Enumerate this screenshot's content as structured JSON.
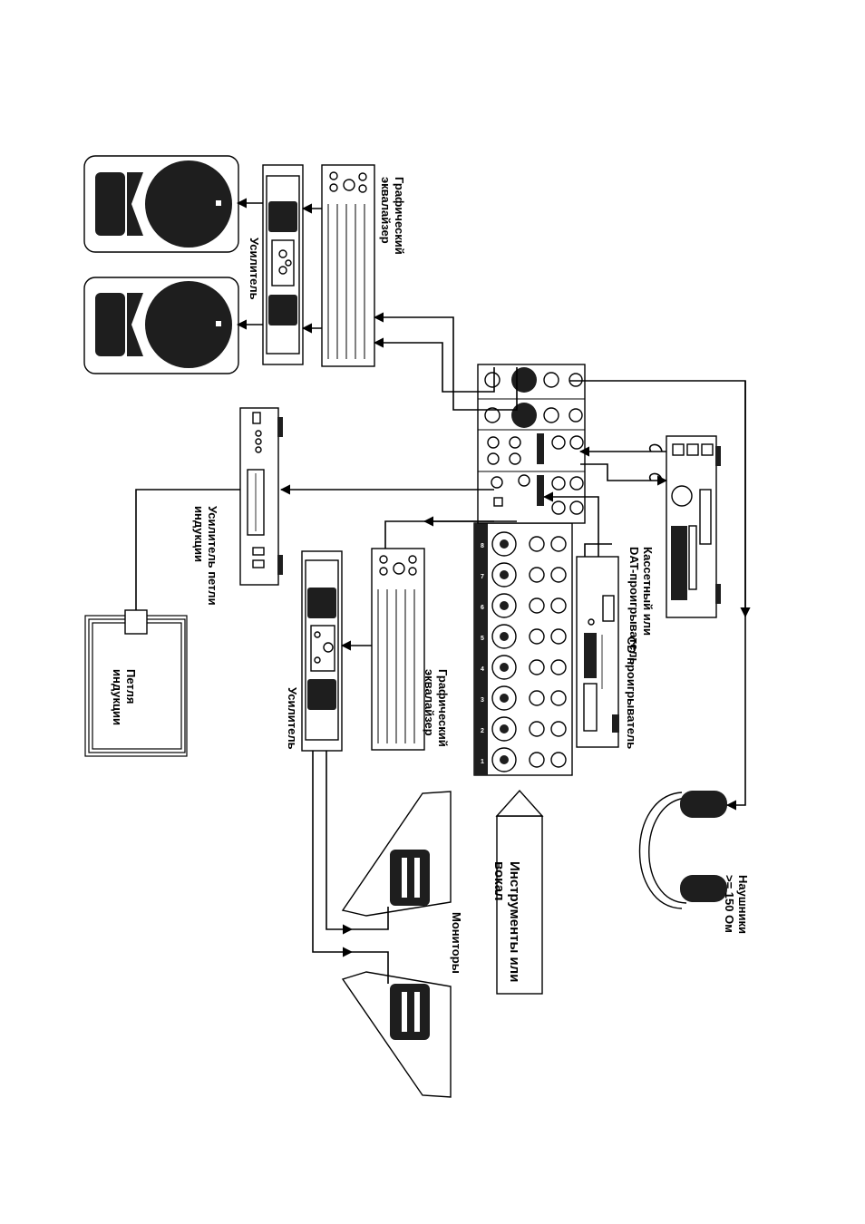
{
  "labels": {
    "graphic_eq_main": [
      "Графический",
      "эквалайзер"
    ],
    "amp_main": "Усилитель",
    "induction_amp": [
      "Усилитель петли",
      "индукции"
    ],
    "induction_loop": [
      "Петля",
      "индукции"
    ],
    "amp_monitor": "Усилитель",
    "graphic_eq_monitor": [
      "Графический",
      "эквалайзер"
    ],
    "cd_player": "CD-проигрыватель",
    "cassette": [
      "Кассетный или",
      "DAT-проигрыватель"
    ],
    "monitors": "Мониторы",
    "instruments": [
      "Инструменты или",
      "вокал"
    ],
    "headphones": [
      "Наушники",
      ">= 150 Ом"
    ]
  },
  "mixer": {
    "channels": [
      "1",
      "2",
      "3",
      "4",
      "5",
      "6",
      "7",
      "8"
    ]
  },
  "colors": {
    "ink": "#000000",
    "fill": "#1e1e1e",
    "paper": "#ffffff"
  }
}
